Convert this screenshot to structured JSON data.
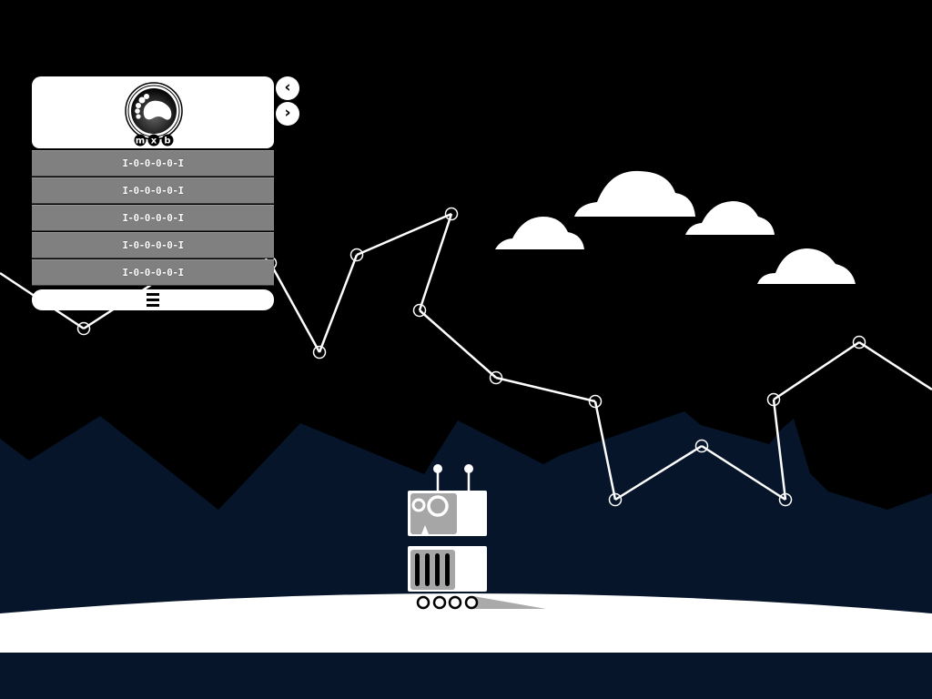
{
  "game": {
    "colors": {
      "sky": "#000000",
      "mountains": "#06152a",
      "ground": "#ffffff",
      "bottom_strip": "#06152a",
      "panel_row": "#808080",
      "robot_gray": "#a6a6a6"
    }
  },
  "menu": {
    "logo": {
      "icon": "footprint-icon",
      "letters": [
        "m",
        "x",
        "b"
      ]
    },
    "levels": [
      {
        "label": "I-0-0-0-0-I"
      },
      {
        "label": "I-0-0-0-0-I"
      },
      {
        "label": "I-0-0-0-0-I"
      },
      {
        "label": "I-0-0-0-0-I"
      },
      {
        "label": "I-0-0-0-0-I"
      }
    ],
    "menu_icon": "hamburger-icon"
  },
  "nav": {
    "prev_label": "‹",
    "next_label": "›"
  }
}
